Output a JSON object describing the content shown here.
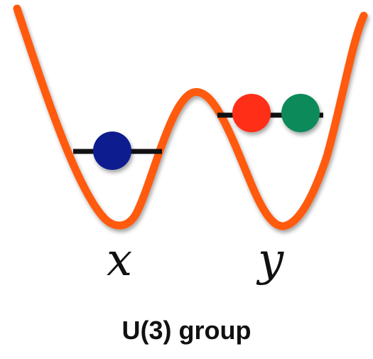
{
  "labels": {
    "left_well": "x",
    "right_well": "y"
  },
  "caption": "U(3) group",
  "colors": {
    "potential_curve": "#ff5a0a",
    "energy_level": "#111111",
    "particle_blue": "#0d1f8f",
    "particle_red": "#ff2f12",
    "particle_green": "#0a8a5a",
    "text": "#111111"
  },
  "particles": [
    {
      "well": "left",
      "color_name": "blue"
    },
    {
      "well": "right",
      "color_name": "red"
    },
    {
      "well": "right",
      "color_name": "green"
    }
  ]
}
